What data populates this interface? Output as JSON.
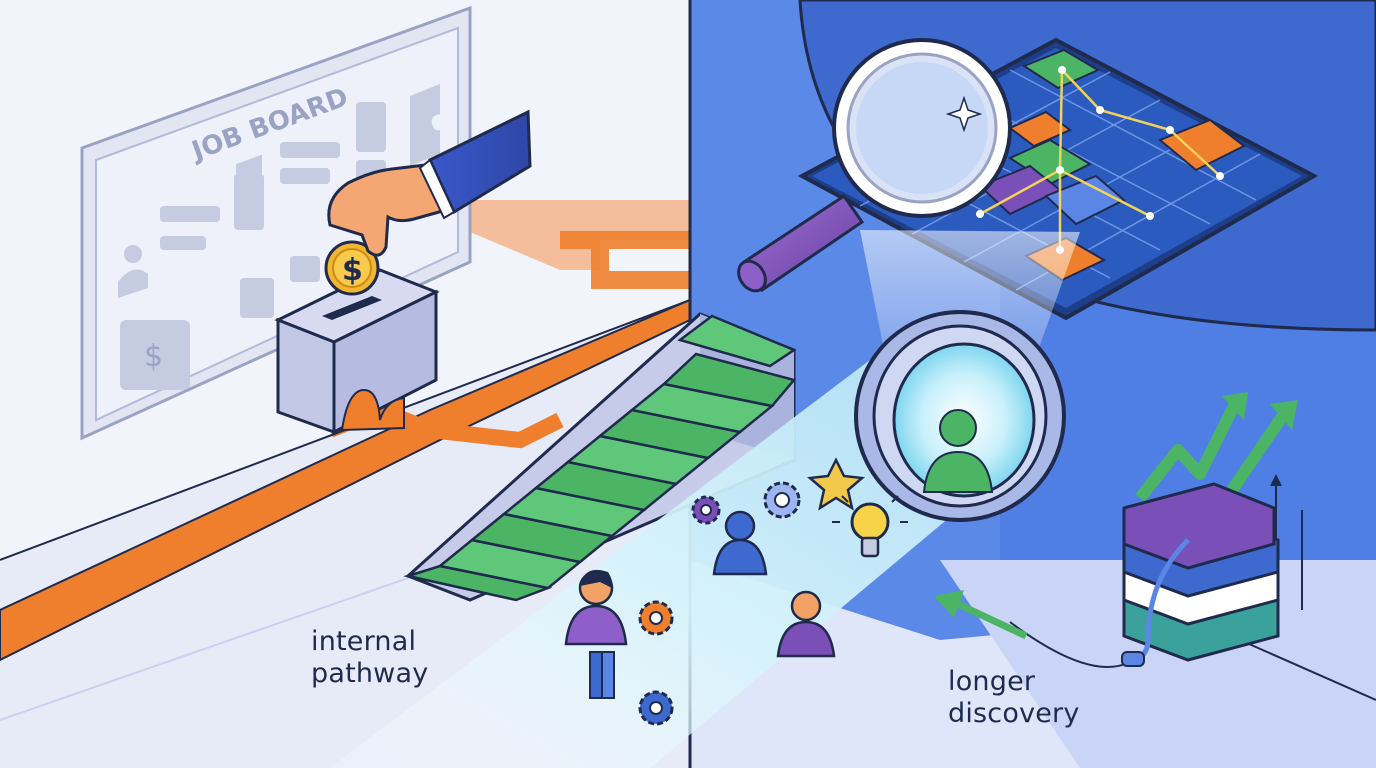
{
  "job_board": {
    "title": "JOB BOARD",
    "currency_symbol": "$"
  },
  "captions": {
    "internal": {
      "line1": "internal",
      "line2": "pathway"
    },
    "longer": {
      "line1": "longer",
      "line2": "discovery"
    }
  },
  "colors": {
    "orange_path": "#ef7f2d",
    "green_stairs": "#4bb565",
    "blue_wall": "#4a78e0",
    "navy_outline": "#1f2a4d",
    "purple": "#7b4fb8",
    "light_beam": "#d8f2fb"
  },
  "icons": [
    "job-board-icon",
    "coin-icon",
    "hand-icon",
    "magnifier-icon",
    "puzzle-board-icon",
    "portal-icon",
    "person-icon",
    "gear-icon",
    "star-icon",
    "lightbulb-icon",
    "books-icon",
    "growth-arrow-icon"
  ]
}
